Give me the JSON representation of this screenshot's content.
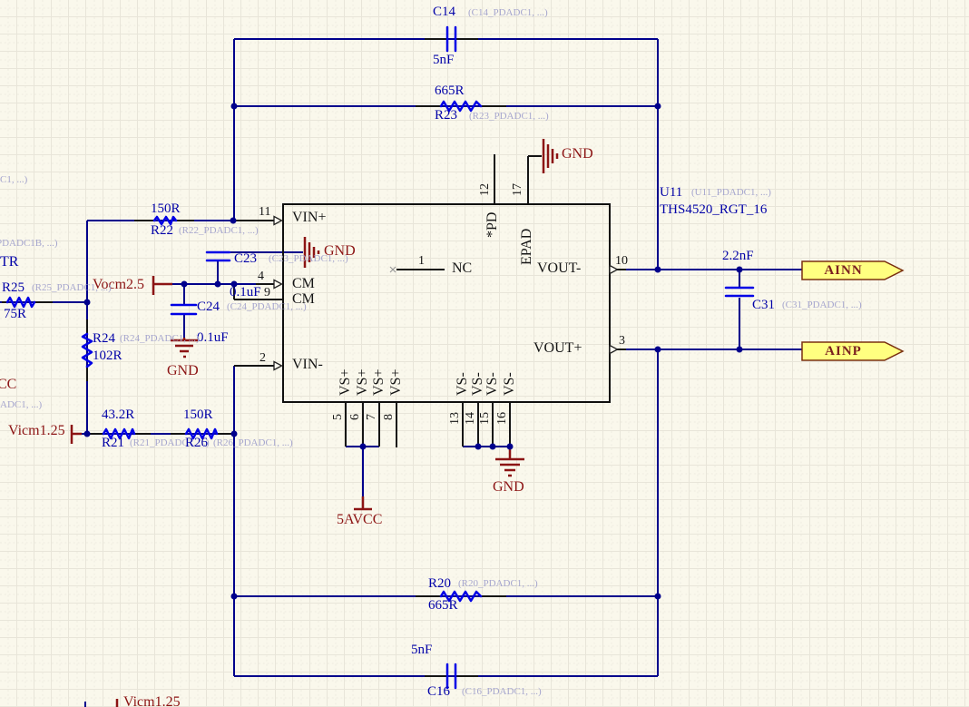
{
  "colors": {
    "background": "#FAF8EC",
    "wire_blue": "#00008C",
    "symbol_blue": "#0000E6",
    "pin_black": "#151515",
    "power_red": "#8C1414",
    "annotation_gray": "#A6A6CE",
    "port_fill": "#FFFF80",
    "port_border": "#7A3010"
  },
  "components": {
    "c14": {
      "ref": "C14",
      "val": "5nF",
      "note": "(C14_PDADC1, ...)"
    },
    "r23": {
      "ref": "R23",
      "val": "665R",
      "note": "(R23_PDADC1, ...)"
    },
    "r22": {
      "ref": "R22",
      "val": "150R",
      "note": "(R22_PDADC1, ...)"
    },
    "c23": {
      "ref": "C23",
      "val": "0.1uF",
      "note": "(C23_PDADC1, ...)"
    },
    "c24": {
      "ref": "C24",
      "val": "0.1uF",
      "note": "(C24_PDADC1, ...)"
    },
    "r25": {
      "ref": "R25",
      "val": "75R",
      "note": "(R25_PDADC1, ...)"
    },
    "r24": {
      "ref": "R24",
      "val": "102R",
      "note": "(R24_PDADC1, ...)"
    },
    "r21": {
      "ref": "R21",
      "val": "43.2R",
      "note": "(R21_PDADC1, ...)"
    },
    "r26": {
      "ref": "R26",
      "val": "150R",
      "note": "(R26_PDADC1, ...)"
    },
    "r20": {
      "ref": "R20",
      "val": "665R",
      "note": "(R20_PDADC1, ...)"
    },
    "c16": {
      "ref": "C16",
      "val": "5nF",
      "note": "(C16_PDADC1, ...)"
    },
    "c31": {
      "ref": "C31",
      "val": "2.2nF",
      "note": "(C31_PDADC1, ...)"
    },
    "u11": {
      "ref": "U11",
      "part": "THS4520_RGT_16",
      "note": "(U11_PDADC1, ...)"
    }
  },
  "ic_pins": {
    "p1": "1",
    "p2": "2",
    "p3": "3",
    "p4": "4",
    "p5": "5",
    "p6": "6",
    "p7": "7",
    "p8": "8",
    "p9": "9",
    "p10": "10",
    "p11": "11",
    "p12": "12",
    "p13": "13",
    "p14": "14",
    "p15": "15",
    "p16": "16",
    "p17": "17",
    "vin_plus": "VIN+",
    "vin_minus": "VIN-",
    "cm": "CM",
    "nc": "NC",
    "vout_minus": "VOUT-",
    "vout_plus": "VOUT+",
    "pd": "*PD",
    "epad": "EPAD",
    "vs_plus": "VS+",
    "vs_minus": "VS-"
  },
  "nets": {
    "gnd": "GND",
    "avcc": "5AVCC",
    "vocm": "Vocm2.5",
    "vicm": "Vicm1.25"
  },
  "ports": {
    "ainn": "AINN",
    "ainp": "AINP"
  },
  "fragments": {
    "top_left_note": "C1, ...)",
    "mid_left_note": "PDADC1B, ...)",
    "mid_left_net": "TR",
    "low_left_net": "CC",
    "low_left_note": "ADC1, ...)",
    "bottom_net": "Vicm1.25"
  }
}
